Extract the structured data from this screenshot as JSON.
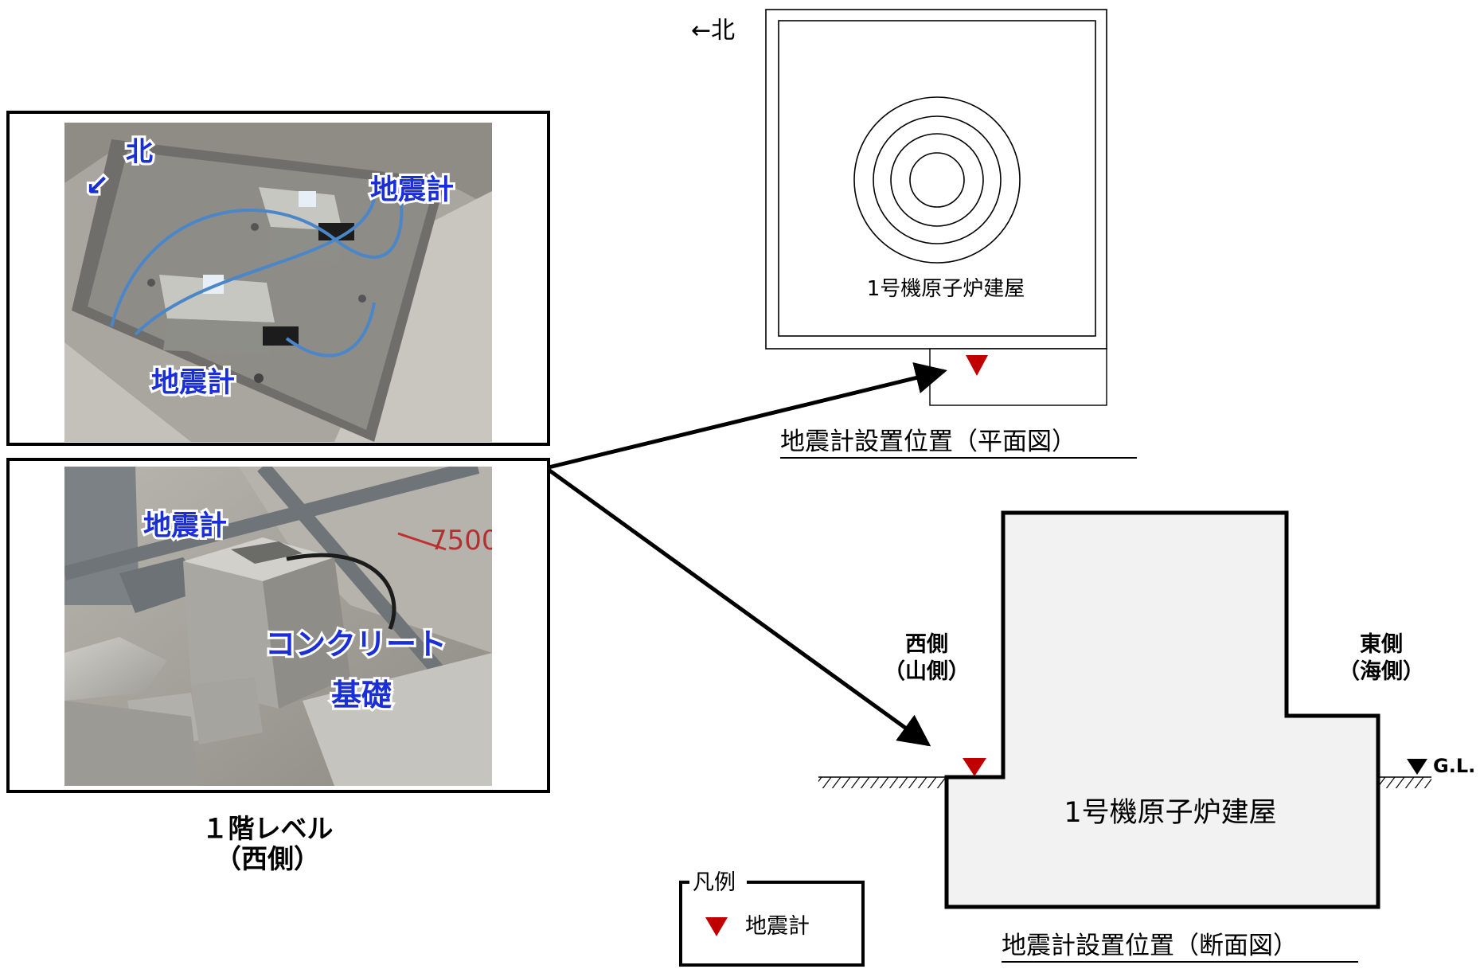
{
  "top_photo": {
    "north_label": "北",
    "north_arrow": "↙",
    "seismometer_label_1": "地震計",
    "seismometer_label_2": "地震計"
  },
  "bottom_photo": {
    "seismometer_label": "地震計",
    "foundation_label_line1": "コンクリート",
    "foundation_label_line2": "基礎"
  },
  "photo_caption": {
    "line1": "１階レベル",
    "line2": "（西側）"
  },
  "plan_view": {
    "north_indicator": "←北",
    "building_label": "1号機原子炉建屋",
    "caption": "地震計設置位置（平面図）"
  },
  "section_view": {
    "west_label_line1": "西側",
    "west_label_line2": "（山側）",
    "east_label_line1": "東側",
    "east_label_line2": "（海側）",
    "gl_label": "G.L.",
    "building_label": "1号機原子炉建屋",
    "caption": "地震計設置位置（断面図）"
  },
  "legend": {
    "title": "凡例",
    "item_label": "地震計"
  },
  "colors": {
    "marker_red": "#c00000",
    "label_blue": "#1a2fd6",
    "building_fill": "#f2f2f2"
  }
}
